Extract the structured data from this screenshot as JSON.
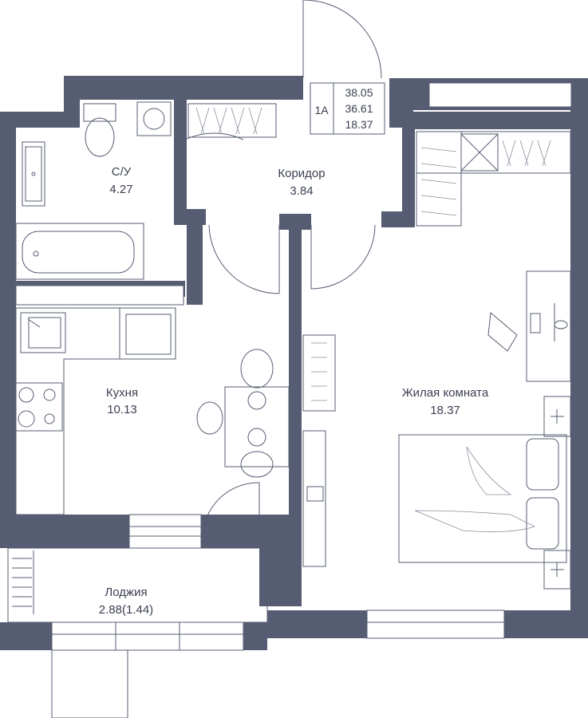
{
  "apartment": {
    "type": "1А",
    "areas": [
      "38.05",
      "36.61",
      "18.37"
    ]
  },
  "rooms": [
    {
      "name": "С/У",
      "area": "4.27"
    },
    {
      "name": "Коридор",
      "area": "3.84"
    },
    {
      "name": "Кухня",
      "area": "10.13"
    },
    {
      "name": "Жилая комната",
      "area": "18.37"
    },
    {
      "name": "Лоджия",
      "area": "2.88(1.44)"
    }
  ],
  "colors": {
    "wall": "#565d72",
    "text": "#3c4152"
  }
}
